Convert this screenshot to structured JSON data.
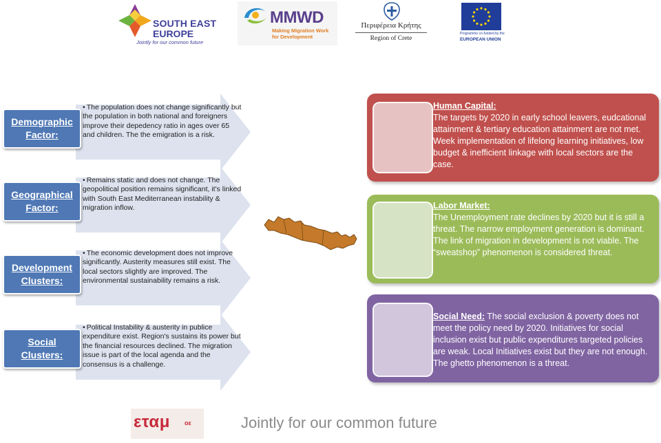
{
  "header": {
    "see_logo": {
      "line1": "SOUTH EAST",
      "line2": "EUROPE",
      "line3": "Jointly for our common future"
    },
    "mmwd_logo": {
      "title": "MMWD",
      "sub1": "Making Migration Work",
      "sub2": "for Development"
    },
    "crete_logo": {
      "line1": "Περιφέρεια Κρήτης",
      "line2": "Region of Crete"
    },
    "eu_logo": {
      "line1": "Programme co-funded by the",
      "line2": "EUROPEAN UNION"
    }
  },
  "factors": [
    {
      "label": "Demographic Factor:",
      "text": "The population does not change significantly but the population in both national and foreigners improve their depedency ratio in ages over 65 and children. The the emigration is a risk."
    },
    {
      "label": "Geographical Factor:",
      "text": "Remains static and does not change. The geopolitical position remains significant, it's linked with South East Mediterranean instability & migration inflow."
    },
    {
      "label": "Development Clusters:",
      "text": "The economic development does not improve significantly. Austerity measures still exist. The local sectors slightly are improved. The environmental sustainability remains a risk."
    },
    {
      "label": "Social Clusters:",
      "text": "Political Instability & austerity in publice expenditure exist. Region's sustains its power but the financial resources declined. The migration issue is part of the local agenda and the consensus is a challenge."
    }
  ],
  "outcomes": {
    "human_capital": {
      "title": "Human Capital:",
      "text": "The targets by 2020 in early school leavers, eudcational attainment & tertiary education attainment are not met. Week implementation of lifelong learning initiatives, low budget & inefficient linkage with local sectors are the case."
    },
    "labor_market": {
      "title": "Labor Market:",
      "text": "The Unemployment rate declines by 2020 but it is still a threat. The narrow employment generation is dominant. The link of migration in development is not viable. The “sweatshop” phenomenon is considered threat."
    },
    "social_need": {
      "title": "Social Need:",
      "text": "The social exclusion & poverty does not meet the policy need by 2020. Initiatives for social inclusion exist but public expenditures targeted policies are weak. Local Initiatives exist but they are not enough. The ghetto phenomenon is a threat."
    }
  },
  "footer": {
    "logo_text": "εταμ",
    "logo_sub": "οε",
    "slogan": "Jointly for our common future"
  },
  "colors": {
    "factor_box": "#4f78b5",
    "arrow_fill": "#dde2ee",
    "human_capital": "#c0504d",
    "labor_market": "#9bbb59",
    "social_need": "#8064a2",
    "crete": "#c47a2a"
  },
  "icons": [
    "see-star-logo",
    "mmwd-swirl-logo",
    "greek-emblem",
    "eu-flag",
    "crete-map"
  ]
}
